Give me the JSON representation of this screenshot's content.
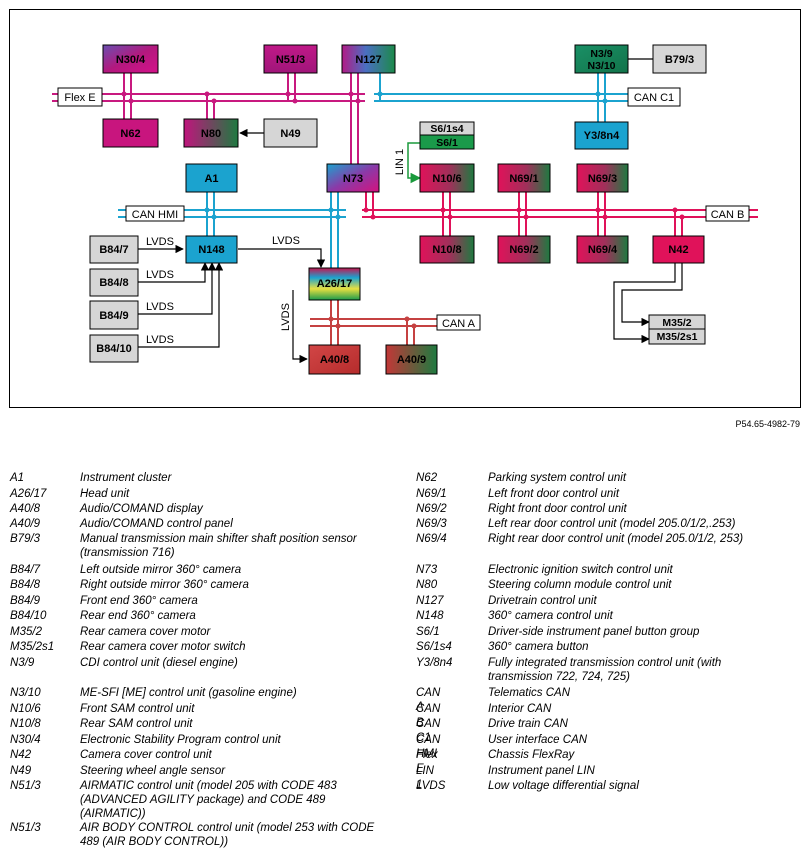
{
  "diagram": {
    "reference": "P54.65-4982-79",
    "colors": {
      "can_flex": "#c8197f",
      "can_c1": "#1ba3cf",
      "can_hmi": "#1ba3cf",
      "can_b": "#e0125a",
      "can_a": "#c54141",
      "lin": "#1a9a3c"
    },
    "bus_labels": {
      "flex_e": "Flex E",
      "can_c1": "CAN C1",
      "can_hmi": "CAN HMI",
      "can_b": "CAN B",
      "can_a": "CAN A",
      "lin1": "LIN 1"
    },
    "line_labels": {
      "lvds": "LVDS"
    },
    "units": {
      "n30_4": "N30/4",
      "n51_3": "N51/3",
      "n127": "N127",
      "n3_9": "N3/9",
      "n3_10": "N3/10",
      "b79_3": "B79/3",
      "n62": "N62",
      "n80": "N80",
      "n49": "N49",
      "y3_8n4": "Y3/8n4",
      "s6_1s4": "S6/1s4",
      "s6_1": "S6/1",
      "a1": "A1",
      "n73": "N73",
      "n10_6": "N10/6",
      "n69_1": "N69/1",
      "n69_3": "N69/3",
      "b84_7": "B84/7",
      "b84_8": "B84/8",
      "b84_9": "B84/9",
      "b84_10": "B84/10",
      "n148": "N148",
      "n10_8": "N10/8",
      "n69_2": "N69/2",
      "n69_4": "N69/4",
      "n42": "N42",
      "a26_17": "A26/17",
      "m35_2": "M35/2",
      "m35_2s1": "M35/2s1",
      "a40_8": "A40/8",
      "a40_9": "A40/9"
    }
  },
  "legend": {
    "left": [
      {
        "code": "A1",
        "desc": "Instrument cluster"
      },
      {
        "code": "A26/17",
        "desc": "Head unit"
      },
      {
        "code": "A40/8",
        "desc": "Audio/COMAND display"
      },
      {
        "code": "A40/9",
        "desc": "Audio/COMAND control panel"
      },
      {
        "code": "B79/3",
        "desc": "Manual transmission main shifter shaft position sensor (transmission 716)"
      },
      {
        "code": "B84/7",
        "desc": "Left outside mirror 360° camera"
      },
      {
        "code": "B84/8",
        "desc": "Right outside mirror 360° camera"
      },
      {
        "code": "B84/9",
        "desc": "Front end 360° camera"
      },
      {
        "code": "B84/10",
        "desc": "Rear end 360° camera"
      },
      {
        "code": "M35/2",
        "desc": "Rear camera cover motor"
      },
      {
        "code": "M35/2s1",
        "desc": "Rear camera cover motor switch"
      },
      {
        "code": "N3/9",
        "desc": "CDI control unit (diesel engine)"
      },
      {
        "code": "N3/10",
        "desc": "ME-SFI [ME] control unit (gasoline engine)"
      },
      {
        "code": "N10/6",
        "desc": "Front SAM control unit"
      },
      {
        "code": "N10/8",
        "desc": "Rear SAM control unit"
      },
      {
        "code": "N30/4",
        "desc": "Electronic Stability Program control unit"
      },
      {
        "code": "N42",
        "desc": "Camera cover control unit"
      },
      {
        "code": "N49",
        "desc": "Steering wheel angle sensor"
      },
      {
        "code": "N51/3",
        "desc": "AIRMATIC control unit (model 205 with CODE 483 (ADVANCED AGILITY package) and CODE 489 (AIRMATIC))"
      },
      {
        "code": "N51/3",
        "desc": "AIR BODY CONTROL control unit (model 253 with CODE 489 (AIR BODY CONTROL))"
      }
    ],
    "right": [
      {
        "code": "N62",
        "desc": "Parking system control unit"
      },
      {
        "code": "N69/1",
        "desc": "Left front door control unit"
      },
      {
        "code": "N69/2",
        "desc": "Right front door control unit"
      },
      {
        "code": "N69/3",
        "desc": "Left rear door control unit (model 205.0/1/2,.253)"
      },
      {
        "code": "N69/4",
        "desc": "Right rear door control unit (model 205.0/1/2, 253)"
      },
      {
        "code": "N73",
        "desc": "Electronic ignition switch control unit"
      },
      {
        "code": "N80",
        "desc": "Steering column module control unit"
      },
      {
        "code": "N127",
        "desc": "Drivetrain control unit"
      },
      {
        "code": "N148",
        "desc": "360° camera control unit"
      },
      {
        "code": "S6/1",
        "desc": "Driver-side instrument panel button group"
      },
      {
        "code": "S6/1s4",
        "desc": "360° camera button"
      },
      {
        "code": "Y3/8n4",
        "desc": "Fully integrated transmission control unit (with transmission 722, 724, 725)"
      },
      {
        "code": "CAN A",
        "desc": "Telematics CAN"
      },
      {
        "code": "CAN B",
        "desc": "Interior CAN"
      },
      {
        "code": "CAN C1",
        "desc": "Drive train CAN"
      },
      {
        "code": "CAN HMI",
        "desc": "User interface CAN"
      },
      {
        "code": "Flex E",
        "desc": "Chassis FlexRay"
      },
      {
        "code": "LIN 1",
        "desc": "Instrument panel LIN"
      },
      {
        "code": "LVDS",
        "desc": "Low voltage differential signal"
      }
    ]
  }
}
